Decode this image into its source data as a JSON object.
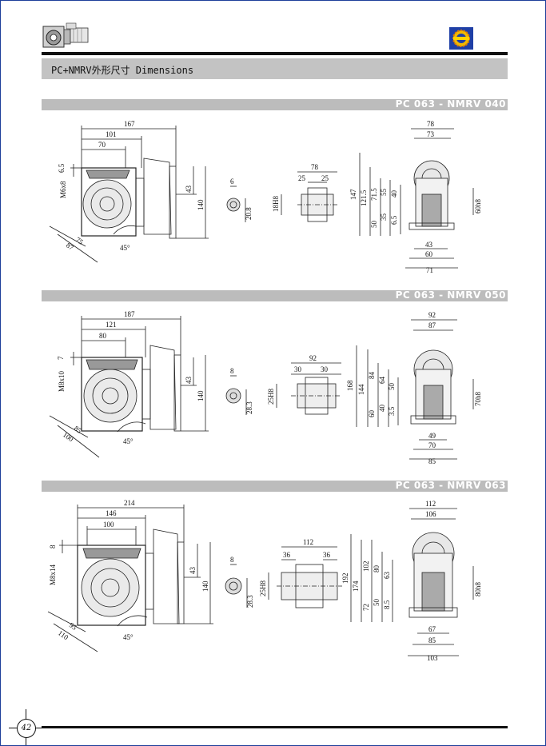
{
  "header": {
    "title": "PC+NMRV外形尺寸    Dimensions"
  },
  "page_number": "42",
  "sections": [
    {
      "title": "PC 063 - NMRV 040",
      "dims": {
        "overall_len": "167",
        "w1": "101",
        "w2": "70",
        "d_top": "6.5",
        "thread": "M6x8",
        "h_out": "43",
        "h_total": "140",
        "diag1": "75",
        "diag2": "87",
        "angle": "45°",
        "key_w": "6",
        "shaft_d": "20.8",
        "bore": "18H8",
        "hub_len": "78",
        "hub_a": "25",
        "hub_b": "25",
        "f_w1": "78",
        "f_w2": "73",
        "v1": "147",
        "v2": "121.5",
        "v3": "71.5",
        "v4": "55",
        "v5": "40",
        "v6": "50",
        "v7": "35",
        "v8": "6.5",
        "spigot": "60h8",
        "b1": "43",
        "b2": "60",
        "b3": "71"
      }
    },
    {
      "title": "PC 063 - NMRV 050",
      "dims": {
        "overall_len": "187",
        "w1": "121",
        "w2": "80",
        "d_top": "7",
        "thread": "M8x10",
        "h_out": "43",
        "h_total": "140",
        "diag1": "85",
        "diag2": "100",
        "angle": "45°",
        "key_w": "8",
        "shaft_d": "28.3",
        "bore": "25H8",
        "hub_len": "92",
        "hub_a": "30",
        "hub_b": "30",
        "f_w1": "92",
        "f_w2": "87",
        "v1": "168",
        "v2": "144",
        "v3": "84",
        "v4": "64",
        "v5": "50",
        "v6": "60",
        "v7": "40",
        "v8": "3.5",
        "spigot": "70h8",
        "b1": "49",
        "b2": "70",
        "b3": "85"
      }
    },
    {
      "title": "PC 063 - NMRV 063",
      "dims": {
        "overall_len": "214",
        "w1": "146",
        "w2": "100",
        "d_top": "8",
        "thread": "M8x14",
        "h_out": "43",
        "h_total": "140",
        "diag1": "95",
        "diag2": "110",
        "angle": "45°",
        "key_w": "8",
        "shaft_d": "28.3",
        "bore": "25H8",
        "hub_len": "112",
        "hub_a": "36",
        "hub_b": "36",
        "f_w1": "112",
        "f_w2": "106",
        "v1": "192",
        "v2": "174",
        "v3": "102",
        "v4": "80",
        "v5": "63",
        "v6": "72",
        "v7": "50",
        "v8": "8.5",
        "spigot": "80h8",
        "b1": "67",
        "b2": "85",
        "b3": "103"
      }
    }
  ]
}
